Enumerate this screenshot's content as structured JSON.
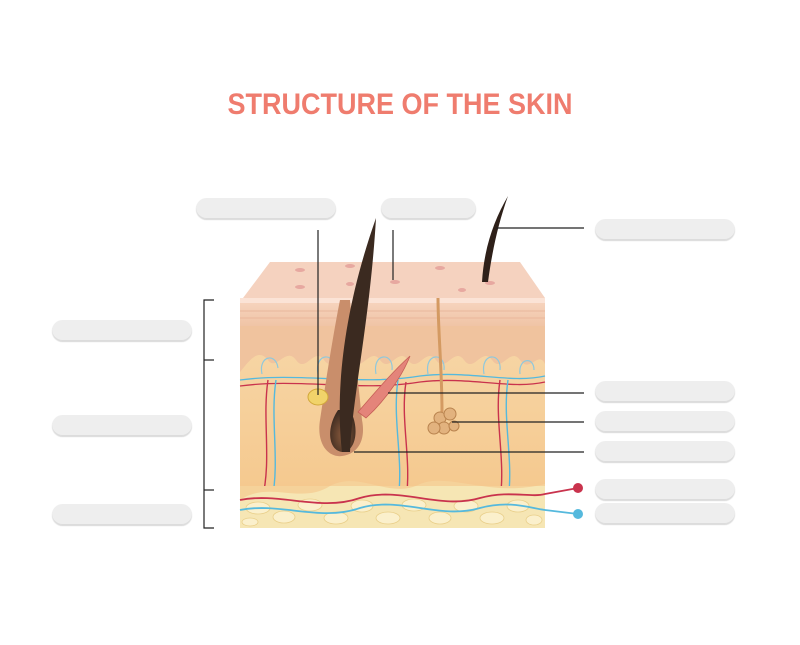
{
  "title": "STRUCTURE OF THE SKIN",
  "colors": {
    "title": "#ef7c6e",
    "label_box": "#eeeeee",
    "leader_line": "#222222",
    "epidermis": "#f3cbb0",
    "dermis": "#f6cf9a",
    "hypodermis_fat": "#f4e2a6",
    "hair": "#3b2a20",
    "artery": "#c9334d",
    "vein": "#55b9dd"
  },
  "labels": [
    {
      "id": "sebaceous-gland",
      "text": ""
    },
    {
      "id": "pore",
      "text": ""
    },
    {
      "id": "hair-shaft",
      "text": ""
    },
    {
      "id": "epidermis",
      "text": ""
    },
    {
      "id": "dermis",
      "text": ""
    },
    {
      "id": "hypodermis",
      "text": ""
    },
    {
      "id": "arrector-pili-muscle",
      "text": ""
    },
    {
      "id": "sweat-gland",
      "text": ""
    },
    {
      "id": "hair-follicle",
      "text": ""
    },
    {
      "id": "artery",
      "text": ""
    },
    {
      "id": "vein",
      "text": ""
    }
  ]
}
